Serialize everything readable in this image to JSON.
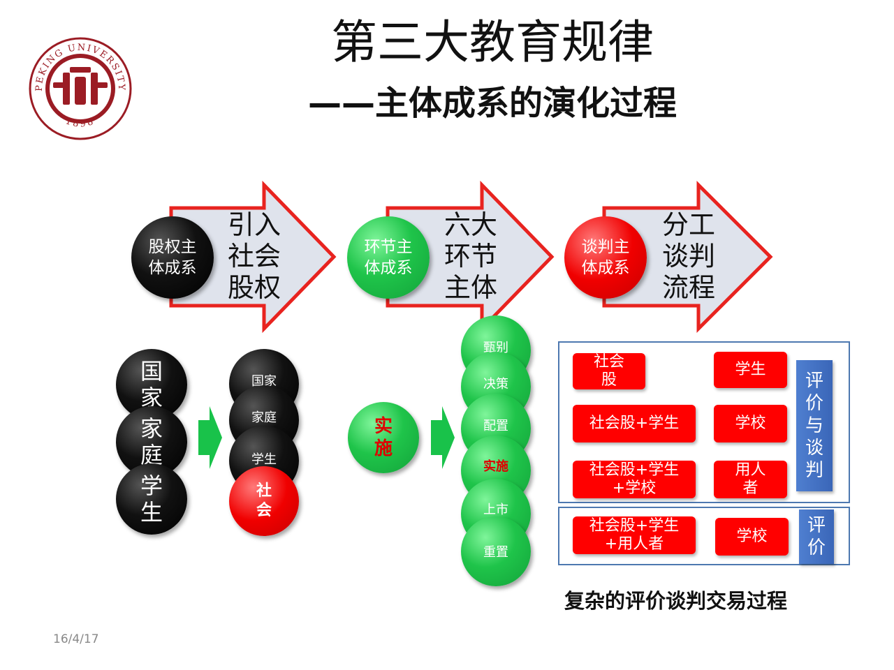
{
  "title": "第三大教育规律",
  "subtitle": "——主体成系的演化过程",
  "logo": {
    "ring_text": "PEKING UNIVERSITY",
    "year": "1898"
  },
  "date": "16/4/17",
  "stages": [
    {
      "circle_label": "股权主\n体成系",
      "arrow_text": "引入\n社会\n股权",
      "circle_color": "#000000"
    },
    {
      "circle_label": "环节主\n体成系",
      "arrow_text": "六大\n环节\n主体",
      "circle_color": "#1fc44a"
    },
    {
      "circle_label": "谈判主\n体成系",
      "arrow_text": "分工\n谈判\n流程",
      "circle_color": "#f00000"
    }
  ],
  "left_group": {
    "big_circles": [
      "国\n家",
      "家\n庭",
      "学\n生"
    ],
    "stack_circles": [
      "国家",
      "家庭",
      "学生"
    ],
    "stack_red": "社\n会"
  },
  "middle_group": {
    "single": "实\n施",
    "stack": [
      "甄别",
      "决策",
      "配置",
      "实施",
      "上市",
      "重置"
    ]
  },
  "right_panel": {
    "rows": [
      {
        "left": "社会\n股",
        "right": "学生"
      },
      {
        "left": "社会股+学生",
        "right": "学校"
      },
      {
        "left": "社会股+学生\n+学校",
        "right": "用人\n者"
      }
    ],
    "side_label": "评\n价\n与\n谈\n判",
    "bottom_row": {
      "left": "社会股+学生\n+用人者",
      "right": "学校"
    },
    "bottom_side_label": "评\n价",
    "caption": "复杂的评价谈判交易过程"
  },
  "colors": {
    "arrow_fill": "#dfe3ec",
    "arrow_stroke": "#e8231f",
    "green_arrow": "#19c24a",
    "frame": "#4d78b0",
    "logo": "#9b1c24"
  }
}
